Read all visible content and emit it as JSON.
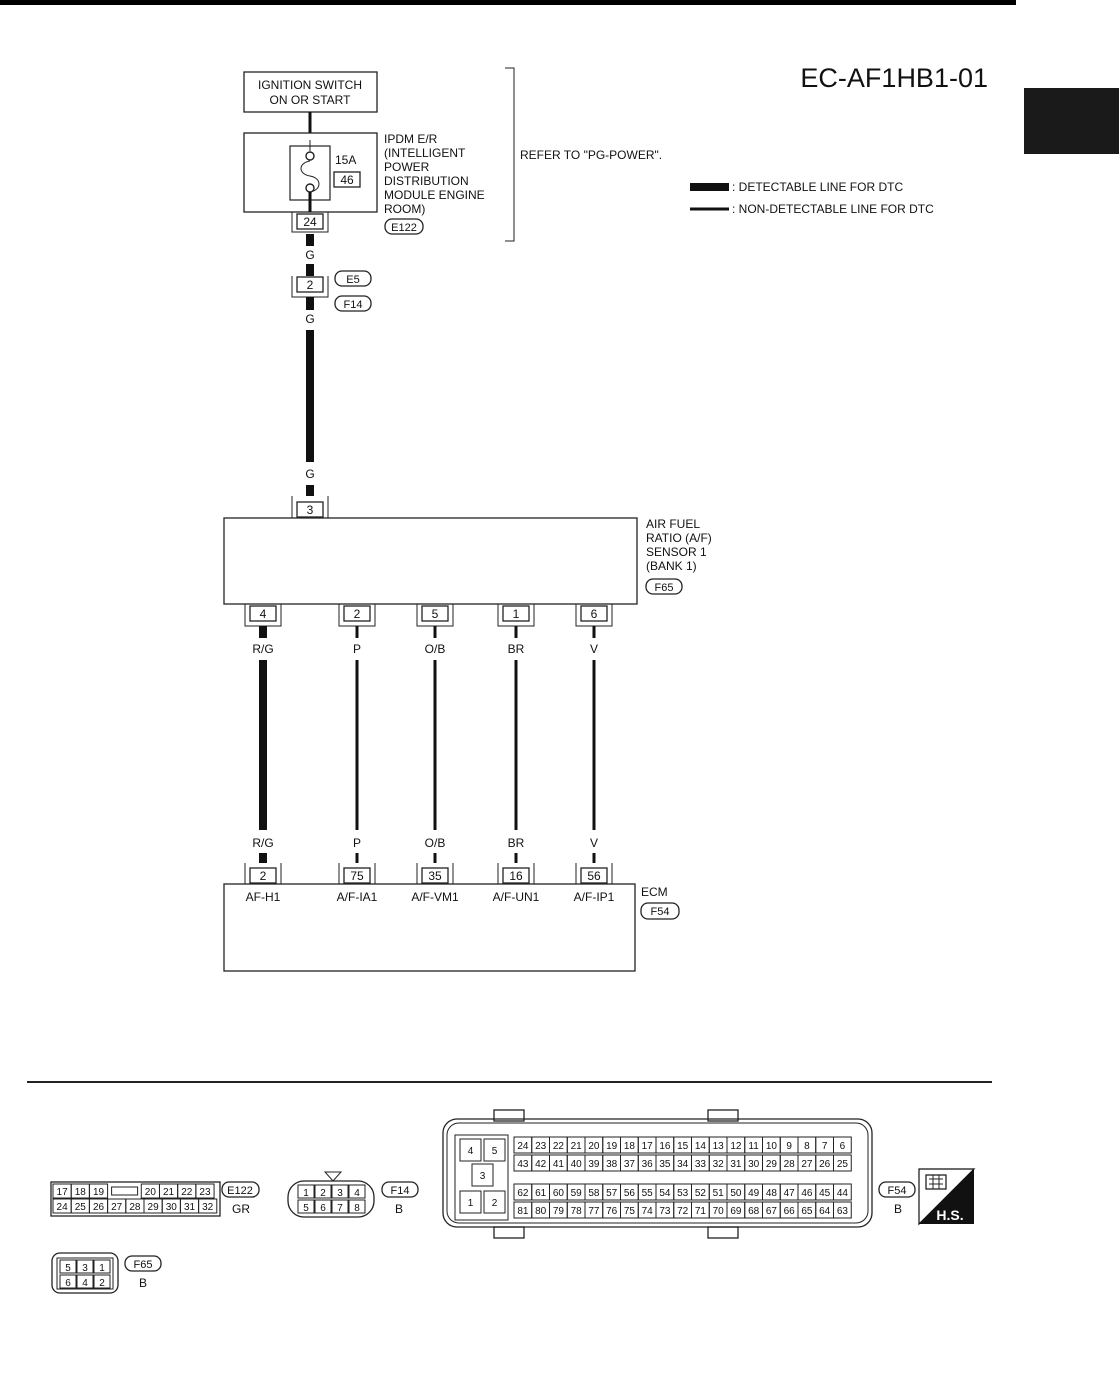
{
  "diagram_id": "EC-AF1HB1-01",
  "side_tab_color": "#1a1a1a",
  "ignition": {
    "line1": "IGNITION SWITCH",
    "line2": "ON OR START"
  },
  "ipdm": {
    "lines": [
      "IPDM E/R",
      "(INTELLIGENT",
      "POWER",
      "DISTRIBUTION",
      "MODULE ENGINE",
      "ROOM)"
    ],
    "connector": "E122",
    "terminal": "24",
    "fuse_rating": "15A",
    "fuse_number": "46"
  },
  "refer_text": "REFER TO \"PG-POWER\".",
  "legend": {
    "detectable": ": DETECTABLE LINE FOR DTC",
    "non_detectable": ": NON-DETECTABLE LINE FOR DTC"
  },
  "joint": {
    "terminal": "2",
    "connector_top": "E5",
    "connector_bottom": "F14"
  },
  "power_wire": {
    "color_code": "G",
    "terminal_sensor": "3"
  },
  "sensor": {
    "lines": [
      "AIR FUEL",
      "RATIO (A/F)",
      "SENSOR 1",
      "(BANK 1)"
    ],
    "connector": "F65"
  },
  "wires": [
    {
      "sensor_terminal": "4",
      "color_code": "R/G",
      "ecm_terminal": "2",
      "ecm_label": "AF-H1",
      "detectable": true
    },
    {
      "sensor_terminal": "2",
      "color_code": "P",
      "ecm_terminal": "75",
      "ecm_label": "A/F-IA1",
      "detectable": false
    },
    {
      "sensor_terminal": "5",
      "color_code": "O/B",
      "ecm_terminal": "35",
      "ecm_label": "A/F-VM1",
      "detectable": false
    },
    {
      "sensor_terminal": "1",
      "color_code": "BR",
      "ecm_terminal": "16",
      "ecm_label": "A/F-UN1",
      "detectable": false
    },
    {
      "sensor_terminal": "6",
      "color_code": "V",
      "ecm_terminal": "56",
      "ecm_label": "A/F-IP1",
      "detectable": false
    }
  ],
  "ecm": {
    "name": "ECM",
    "connector": "F54"
  },
  "connectors": {
    "e122": {
      "id": "E122",
      "color": "GR",
      "row1": [
        "17",
        "18",
        "19",
        "",
        "20",
        "21",
        "22",
        "23"
      ],
      "row2": [
        "24",
        "25",
        "26",
        "27",
        "28",
        "29",
        "30",
        "31",
        "32"
      ]
    },
    "f14": {
      "id": "F14",
      "color": "B",
      "row1": [
        "1",
        "2",
        "3",
        "4"
      ],
      "row2": [
        "5",
        "6",
        "7",
        "8"
      ]
    },
    "f54": {
      "id": "F54",
      "color": "B",
      "left_block": [
        "4",
        "5",
        "3",
        "1",
        "2"
      ],
      "row1": [
        "24",
        "23",
        "22",
        "21",
        "20",
        "19",
        "18",
        "17",
        "16",
        "15",
        "14",
        "13",
        "12",
        "11",
        "10",
        "9",
        "8",
        "7",
        "6"
      ],
      "row2": [
        "43",
        "42",
        "41",
        "40",
        "39",
        "38",
        "37",
        "36",
        "35",
        "34",
        "33",
        "32",
        "31",
        "30",
        "29",
        "28",
        "27",
        "26",
        "25"
      ],
      "row3": [
        "62",
        "61",
        "60",
        "59",
        "58",
        "57",
        "56",
        "55",
        "54",
        "53",
        "52",
        "51",
        "50",
        "49",
        "48",
        "47",
        "46",
        "45",
        "44"
      ],
      "row4": [
        "81",
        "80",
        "79",
        "78",
        "77",
        "76",
        "75",
        "74",
        "73",
        "72",
        "71",
        "70",
        "69",
        "68",
        "67",
        "66",
        "65",
        "64",
        "63"
      ]
    },
    "f65": {
      "id": "F65",
      "color": "B",
      "row1": [
        "5",
        "3",
        "1"
      ],
      "row2": [
        "6",
        "4",
        "2"
      ]
    },
    "hs_badge": "H.S."
  }
}
